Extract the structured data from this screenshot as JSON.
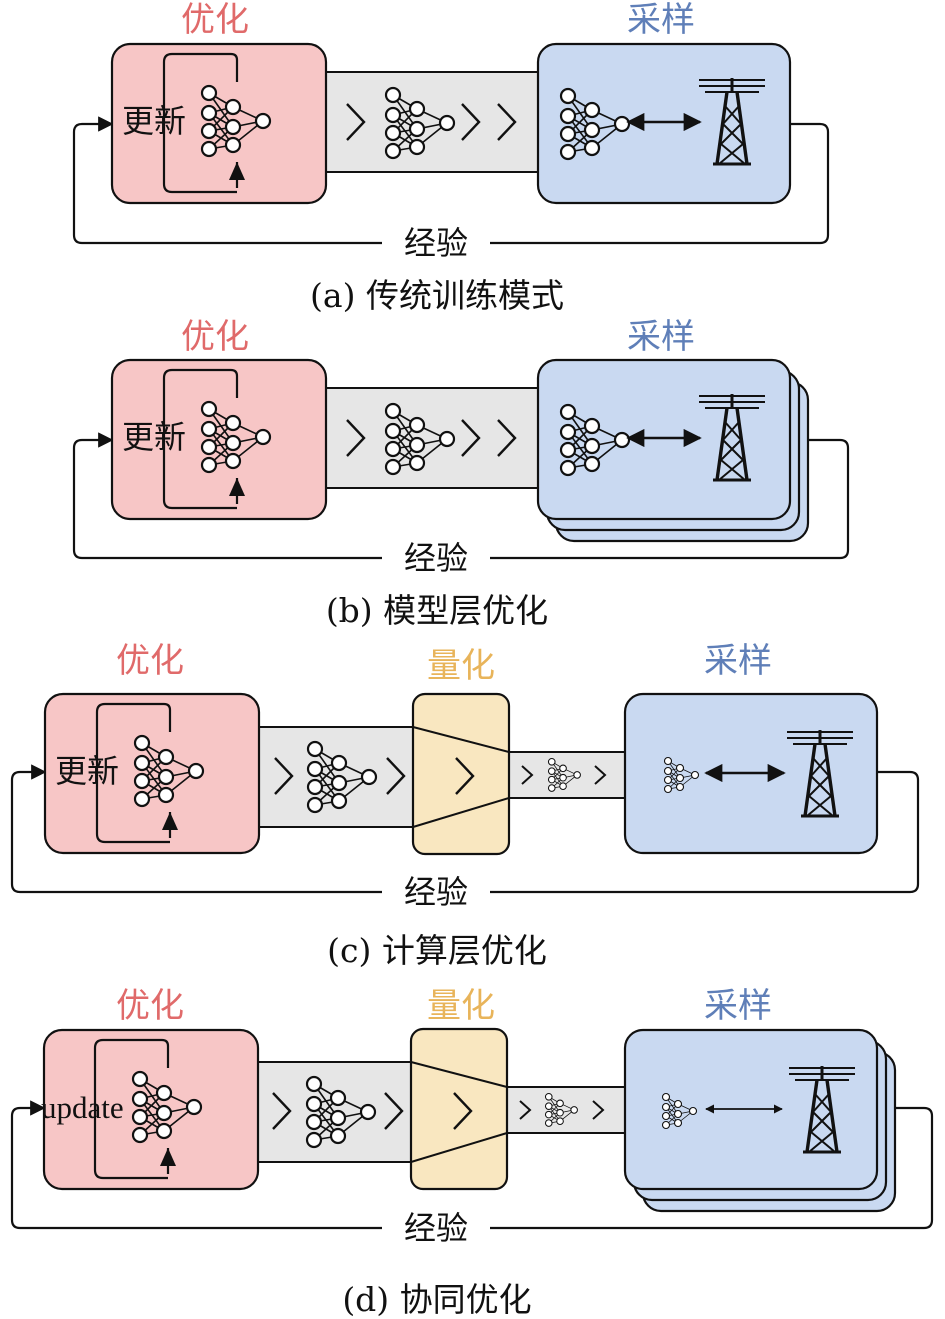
{
  "colors": {
    "optimize_fill": "#f7c6c6",
    "optimize_text": "#e06a6a",
    "sampling_fill": "#c9d9f1",
    "sampling_text": "#5f7fb8",
    "quantize_fill": "#f9e7c0",
    "quantize_text": "#e8b45a",
    "pipe_fill": "#e6e6e6",
    "stroke": "#111111"
  },
  "icons": {
    "network": "neural-network-icon",
    "tower": "power-tower-icon",
    "arrow": "double-arrow-icon"
  },
  "panels": [
    {
      "caption": "(a) 传统训练模式",
      "optimize_label": "优化",
      "update_label": "更新",
      "sampling_label": "采样",
      "experience_label": "经验",
      "quantize_label": ""
    },
    {
      "caption": "(b) 模型层优化",
      "optimize_label": "优化",
      "update_label": "更新",
      "sampling_label": "采样",
      "experience_label": "经验",
      "quantize_label": ""
    },
    {
      "caption": "(c) 计算层优化",
      "optimize_label": "优化",
      "update_label": "更新",
      "sampling_label": "采样",
      "experience_label": "经验",
      "quantize_label": "量化"
    },
    {
      "caption": "(d) 协同优化",
      "optimize_label": "优化",
      "update_label": "update",
      "sampling_label": "采样",
      "experience_label": "经验",
      "quantize_label": "量化"
    }
  ]
}
